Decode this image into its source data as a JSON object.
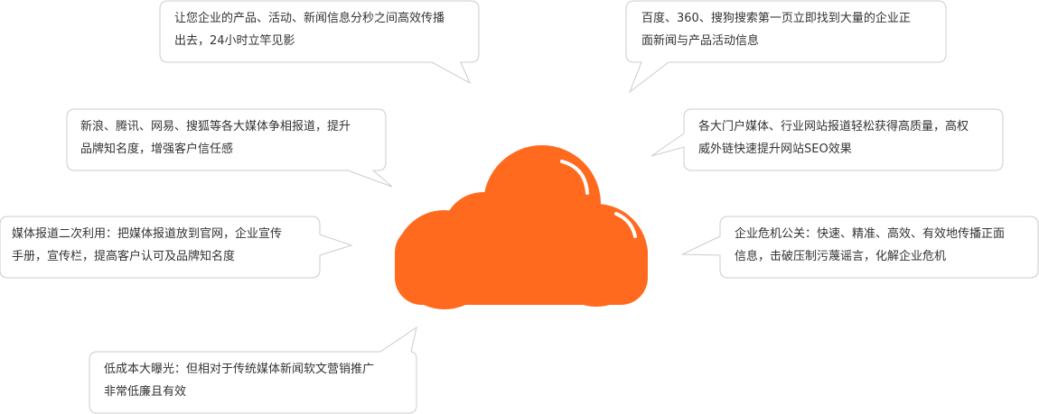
{
  "theme": {
    "cloud_color": "#ff6a1f",
    "bubble_border": "#cccccc",
    "text_color": "#333333"
  },
  "bubbles": [
    {
      "id": "top-left",
      "line1": "让您企业的产品、活动、新闻信息分秒之间高效传播",
      "line2": "出去，24小时立竿见影"
    },
    {
      "id": "top-right",
      "line1": "百度、360、搜狗搜索第一页立即找到大量的企业正",
      "line2": "面新闻与产品活动信息"
    },
    {
      "id": "mid-left",
      "line1": "新浪、腾讯、网易、搜狐等各大媒体争相报道，提升",
      "line2": "品牌知名度，增强客户信任感"
    },
    {
      "id": "mid-right",
      "line1": "各大门户媒体、行业网站报道轻松获得高质量，高权",
      "line2": "威外链快速提升网站SEO效果"
    },
    {
      "id": "left",
      "line1": "媒体报道二次利用：把媒体报道放到官网，企业宣传",
      "line2": "手册，宣传栏，提高客户认可及品牌知名度"
    },
    {
      "id": "right",
      "line1": "企业危机公关：快速、精准、高效、有效地传播正面",
      "line2": "信息，击破压制污蔑谣言，化解企业危机"
    },
    {
      "id": "bottom-left",
      "line1": "低成本大曝光：但相对于传统媒体新闻软文营销推广",
      "line2": "非常低廉且有效"
    }
  ]
}
